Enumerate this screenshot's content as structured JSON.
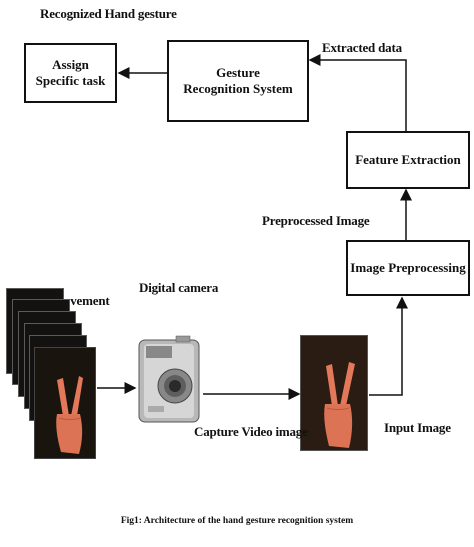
{
  "labels": {
    "recognized_gesture": "Recognized Hand gesture",
    "extracted_data": "Extracted data",
    "preprocessed_image": "Preprocessed Image",
    "hand_movement": "Hand movement",
    "digital_camera": "Digital camera",
    "capture_video_image": "Capture Video image",
    "input_image": "Input Image"
  },
  "boxes": {
    "assign_task_line1": "Assign",
    "assign_task_line2": "Specific task",
    "gesture_recognition_line1": "Gesture",
    "gesture_recognition_line2": "Recognition System",
    "feature_extraction": "Feature Extraction",
    "image_preprocessing": "Image Preprocessing"
  },
  "caption": "Fig1: Architecture of the hand gesture recognition system",
  "colors": {
    "line": "#111111",
    "skin": "#e3795a",
    "background_photo": "#1a140f"
  }
}
